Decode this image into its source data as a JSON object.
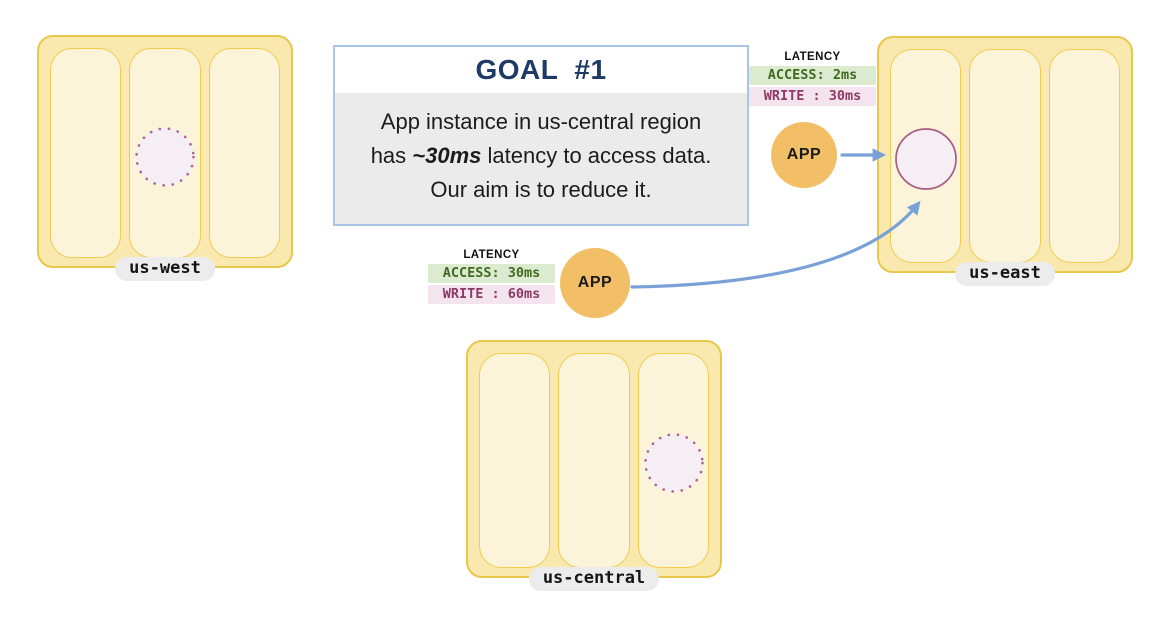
{
  "diagram": {
    "title_card": {
      "title": "GOAL  #1",
      "line1": "App instance in us-central region",
      "line2_pre": "has ",
      "line2_em": "~30ms",
      "line2_post": " latency to access data.",
      "line3": "Our aim is to reduce it."
    },
    "regions": [
      {
        "id": "us-west",
        "label": "us-west",
        "zones": 3,
        "db_node": {
          "zone": 2,
          "style": "dotted"
        }
      },
      {
        "id": "us-east",
        "label": "us-east",
        "zones": 3,
        "db_node": {
          "zone": 1,
          "style": "solid"
        }
      },
      {
        "id": "us-central",
        "label": "us-central",
        "zones": 3,
        "db_node": {
          "zone": 3,
          "style": "dotted"
        }
      }
    ],
    "apps": [
      {
        "id": "app-near-us-east",
        "label": "APP",
        "latency": {
          "heading": "LATENCY",
          "access": "ACCESS: 2ms",
          "write": "WRITE : 30ms"
        },
        "arrow": "straight arrow to us-east db node"
      },
      {
        "id": "app-in-us-central",
        "label": "APP",
        "latency": {
          "heading": "LATENCY",
          "access": "ACCESS: 30ms",
          "write": "WRITE : 60ms"
        },
        "arrow": "curved arrow to us-east db node"
      }
    ],
    "colors": {
      "region_fill": "#F9E9AF",
      "region_border": "#E8C74B",
      "zone_fill": "#FCF4D9",
      "zone_border": "#EFCB4E",
      "db_fill": "#F5EEF5",
      "db_stroke": "#A9619B",
      "db_solid_stroke": "#A85C85",
      "app_fill": "#F2BF66",
      "arrow": "#79A1D8",
      "goal_border": "#A9C6E6",
      "goal_body_bg": "#EBEBEB",
      "goal_title": "#1E3A67",
      "access_bg": "#DCEACF",
      "access_text": "#3E6B22",
      "write_bg": "#F4E4ED",
      "write_text": "#8E3A66",
      "label_pill_bg": "#ECECEC"
    }
  }
}
